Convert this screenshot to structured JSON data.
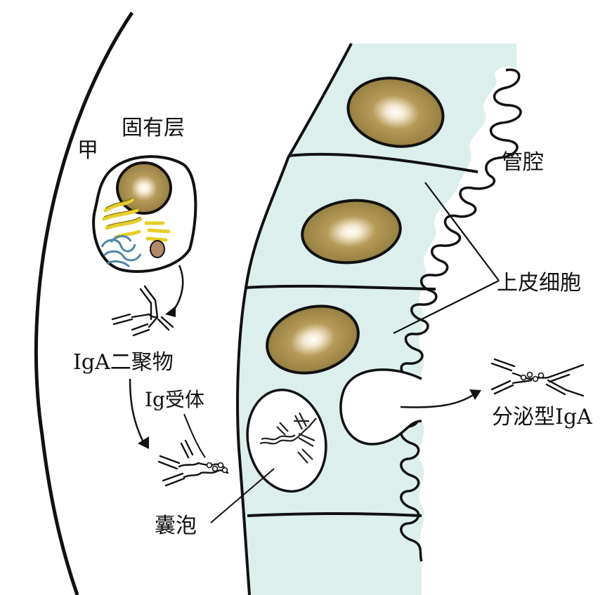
{
  "labels": {
    "jia": "甲",
    "lamina_propria": "固有层",
    "lumen": "管腔",
    "epithelial_cells": "上皮细胞",
    "iga_dimer": "IgA二聚物",
    "ig_receptor": "Ig受体",
    "secretory_iga": "分泌型IgA",
    "vesicle": "囊泡"
  },
  "colors": {
    "epithelium_fill": "#dcefec",
    "nucleus_fill": "#8e7a3c",
    "nucleus_highlight": "#ffffff",
    "golgi": "#e6cf2b",
    "er": "#4f86a8",
    "outline": "#111111"
  }
}
